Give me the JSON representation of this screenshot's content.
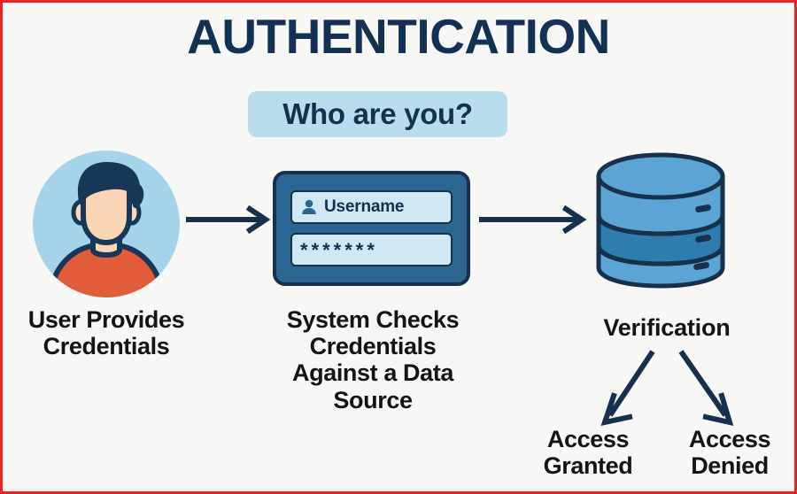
{
  "page": {
    "background_color": "#f7f7f5",
    "border_color": "#f32020",
    "navy": "#14314f",
    "title": "AUTHENTICATION",
    "subtitle": "Who are you?",
    "subtitle_badge_color": "#b9dcee"
  },
  "diagram": {
    "type": "flow",
    "orientation": "left-to-right with terminal branch",
    "nodes": [
      {
        "id": "user",
        "icon": "user-avatar-icon",
        "caption_lines": [
          "User Provides",
          "Credentials"
        ],
        "colors": {
          "circle": "#a5d4ea",
          "hair": "#173757",
          "skin": "#fad6b6",
          "shirt": "#e25c39"
        }
      },
      {
        "id": "login-form",
        "icon": "login-form-icon",
        "caption_lines": [
          "System Checks",
          "Credentials",
          "Against a Data",
          "Source"
        ],
        "fields": [
          {
            "name": "username",
            "icon": "person-icon",
            "value": "Username"
          },
          {
            "name": "password",
            "icon": "",
            "value": "*******"
          }
        ],
        "colors": {
          "card": "#2b6591",
          "outline": "#16304e",
          "field": "#cfe8f3"
        }
      },
      {
        "id": "datasource",
        "icon": "database-icon",
        "caption_lines": [
          "Verification"
        ],
        "layers": 3,
        "colors": {
          "light": "#5ba4d3",
          "dark": "#2f7cae",
          "outline": "#16304e"
        }
      }
    ],
    "outcomes": [
      {
        "id": "granted",
        "caption_lines": [
          "Access",
          "Granted"
        ]
      },
      {
        "id": "denied",
        "caption_lines": [
          "Access",
          "Denied"
        ]
      }
    ],
    "arrows": [
      {
        "id": "user-to-form",
        "style": "straight-right",
        "color": "#16304e"
      },
      {
        "id": "form-to-database",
        "style": "straight-right",
        "color": "#16304e"
      },
      {
        "id": "verification-to-granted",
        "style": "diagonal-down-left",
        "color": "#16304e"
      },
      {
        "id": "verification-to-denied",
        "style": "diagonal-down-right",
        "color": "#16304e"
      }
    ]
  },
  "captions": {
    "user_line1": "User Provides",
    "user_line2": "Credentials",
    "system_line1": "System Checks",
    "system_line2": "Credentials",
    "system_line3": "Against a Data",
    "system_line4": "Source",
    "verification": "Verification",
    "granted_line1": "Access",
    "granted_line2": "Granted",
    "denied_line1": "Access",
    "denied_line2": "Denied"
  },
  "fields": {
    "username_value": "Username",
    "password_value": "*******"
  }
}
